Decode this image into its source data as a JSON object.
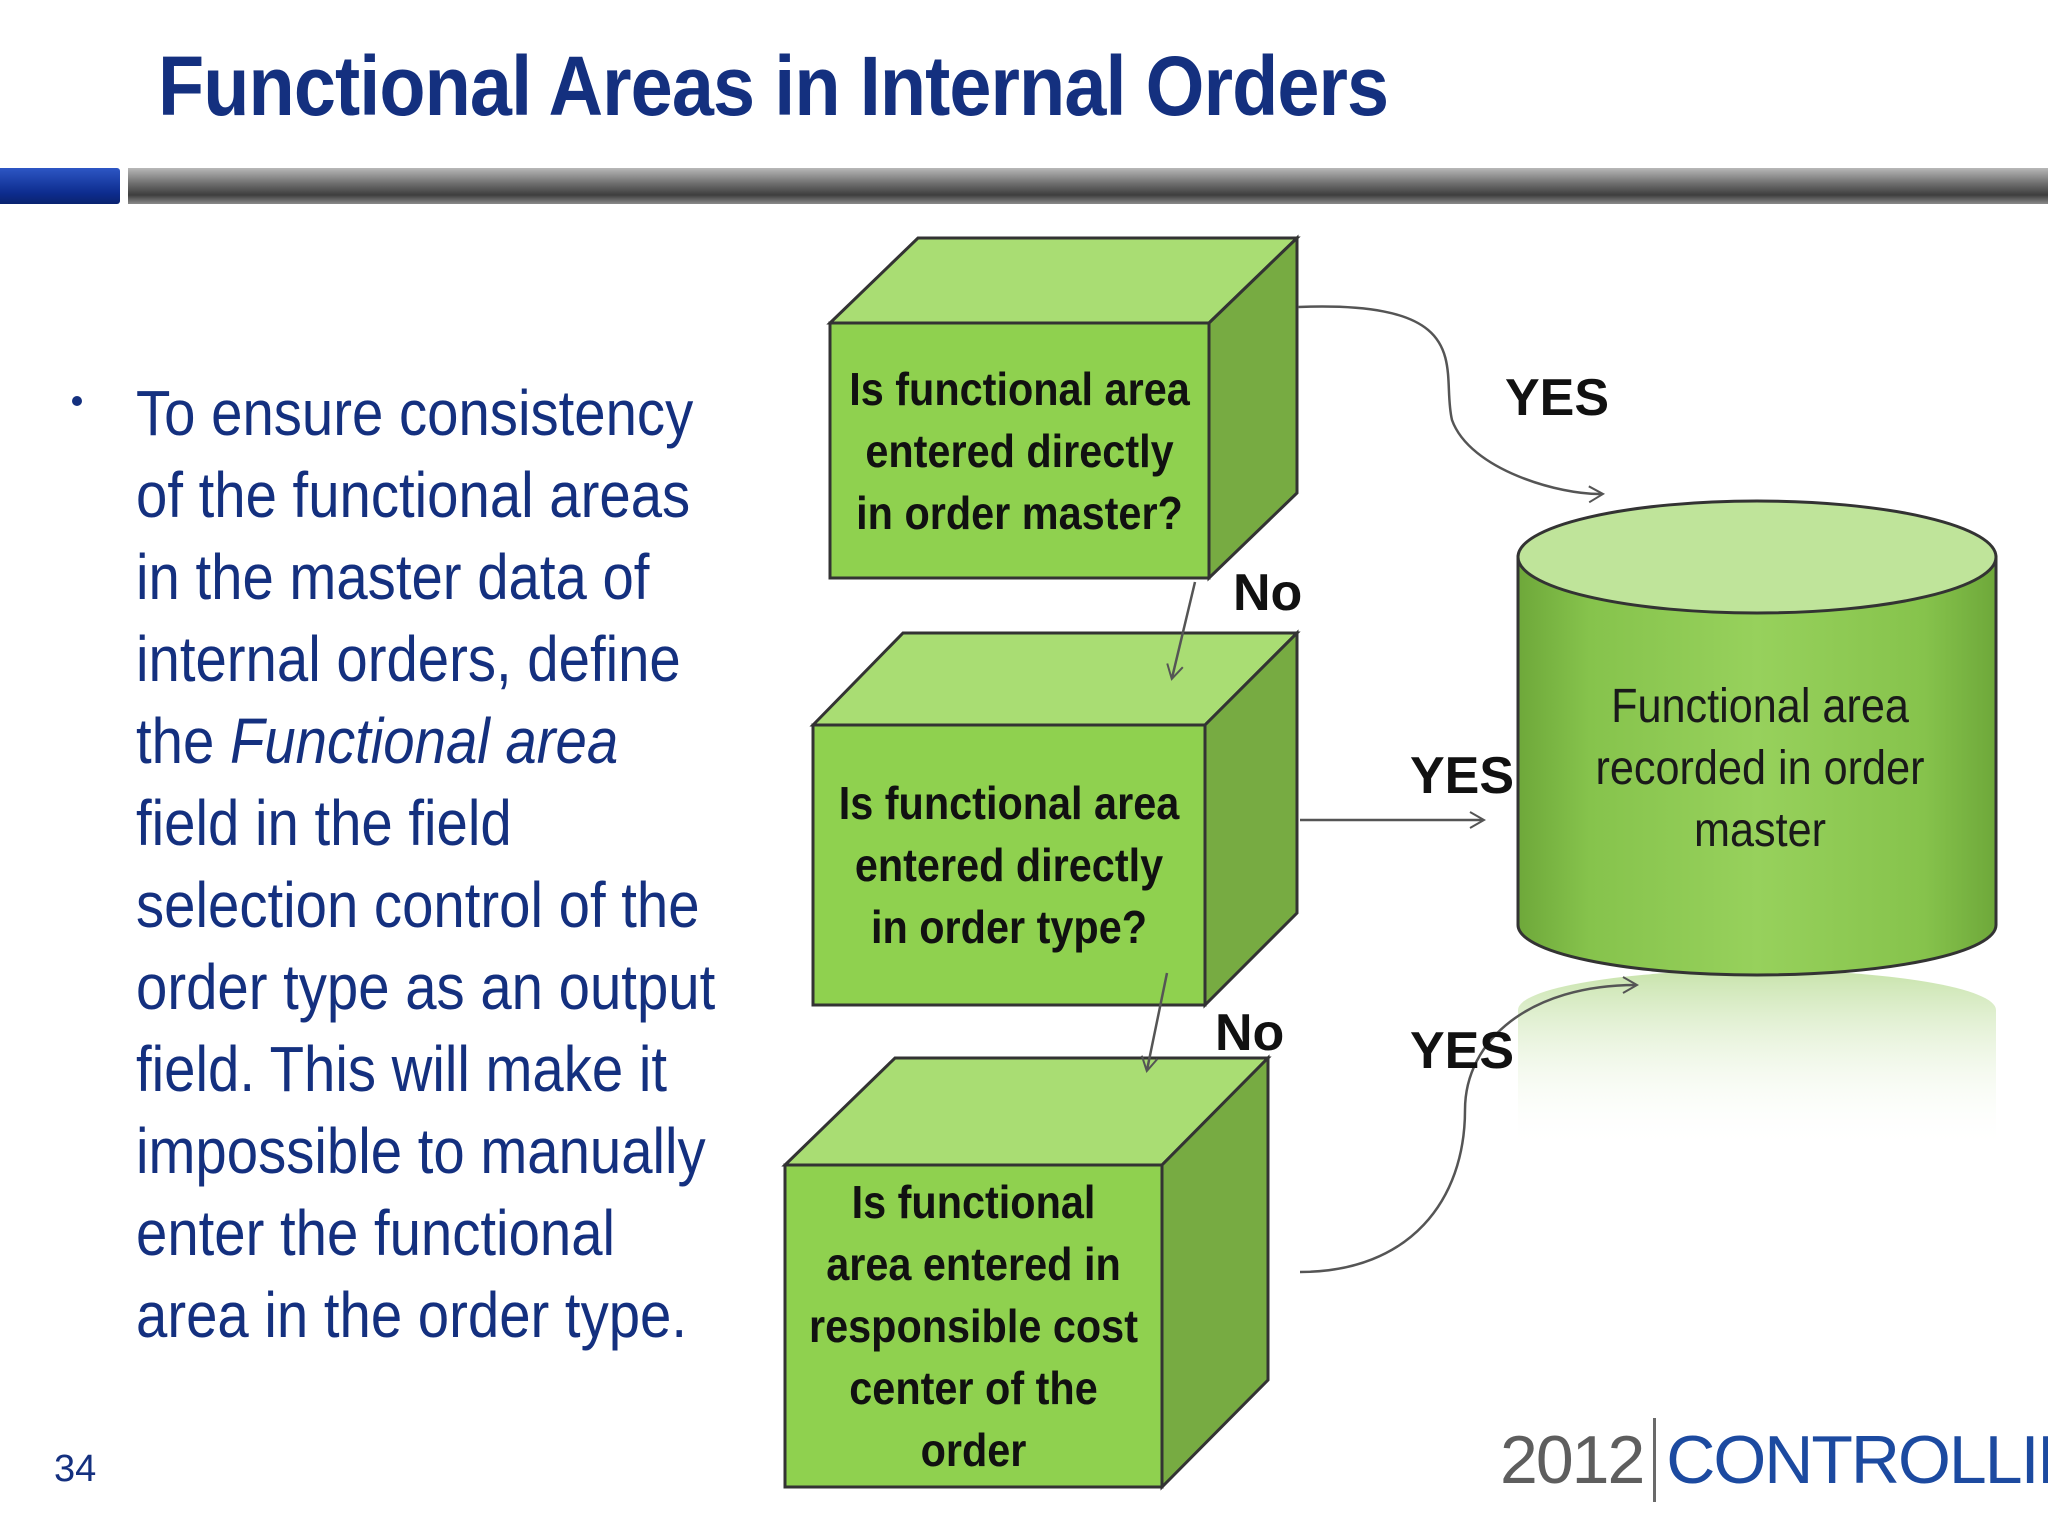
{
  "slide": {
    "title": "Functional Areas in Internal Orders",
    "page_number": "34",
    "logo": {
      "year": "2012",
      "word": "CONTROLLING"
    }
  },
  "bullet": {
    "part1": "To ensure consistency of the functional areas in the master data of internal orders, define the ",
    "emphasis": "Functional area",
    "part2": " field in the field selection control of the order type as an output field. This will make it impossible to manually enter the functional area in the order type."
  },
  "diagram": {
    "box1": "Is functional area entered directly in order master?",
    "box2": "Is functional area entered directly in order type?",
    "box3": "Is functional area entered in responsible cost center of the order",
    "cylinder": "Functional area recorded in order master",
    "labels": {
      "yes1": "YES",
      "yes2": "YES",
      "yes3": "YES",
      "no1": "No",
      "no2": "No"
    },
    "colors": {
      "box_front": "#8fd14f",
      "box_top": "#a9dd73",
      "box_side": "#77ab42",
      "outline": "#333333"
    }
  }
}
